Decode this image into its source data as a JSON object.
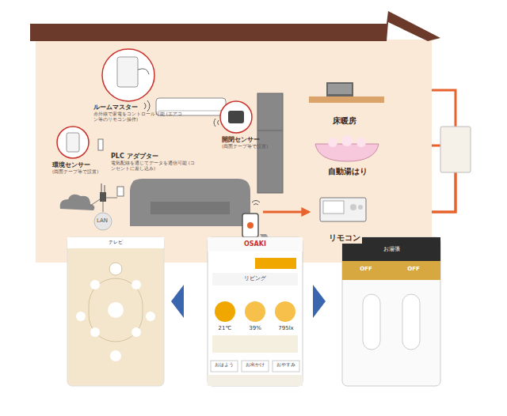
{
  "diagram": {
    "nodes": [
      {
        "text": [
          "ルームマスター",
          "赤外線で家電をコントロール可能 (エアコン等のリモコン操作)"
        ]
      },
      {
        "text": [
          "環境センサー",
          "(両面テープ等で設置)"
        ]
      },
      {
        "text": [
          "開閉センサー",
          "(両面テープ等で設置)"
        ]
      },
      {
        "text": [
          "PLC アダプター",
          "電気配線を通じてデータを通信可能 (コンセントに差し込み)"
        ]
      },
      {
        "text": [
          "床暖房"
        ]
      },
      {
        "text": [
          "自動湯はり"
        ]
      },
      {
        "text": [
          "リモコン"
        ]
      },
      {
        "text": [
          "テレビ"
        ]
      },
      {
        "text": [
          "OSAKI",
          "リビング",
          "21℃",
          "39%",
          "795lx",
          "おはよう",
          "お出かけ",
          "おやすみ"
        ]
      },
      {
        "text": [
          "お湯張",
          "OFF",
          "OFF"
        ]
      }
    ],
    "edges": [
      {
        "from": 6,
        "to": 4,
        "arrow": "to"
      },
      {
        "from": 6,
        "to": 5,
        "arrow": "to"
      }
    ],
    "labels": [
      "LAN"
    ]
  }
}
